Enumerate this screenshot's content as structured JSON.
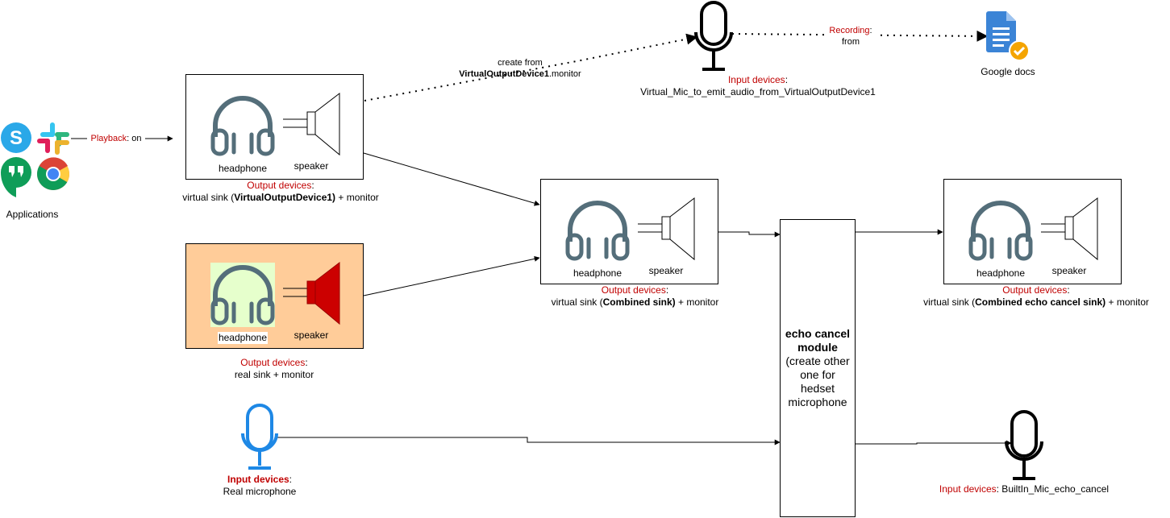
{
  "applications": {
    "label": "Applications",
    "icons": [
      "skype-icon",
      "slack-icon",
      "hangouts-icon",
      "chrome-icon"
    ]
  },
  "playback_edge": {
    "label_red": "Playback",
    "label_rest": ": on"
  },
  "create_from_edge": {
    "line1": "create from",
    "line2_bold": "VirtualOutputDevice1",
    "line2_rest": ".monitor"
  },
  "recording_edge": {
    "label_red": "Recording",
    "label_rest": ":",
    "line2": "from"
  },
  "virtual_sink_1": {
    "headphone_label": "headphone",
    "speaker_label": "speaker",
    "caption_red": "Output devices",
    "caption_pre": "virtual sink (",
    "caption_bold": "VirtualOutputDevice1)",
    "caption_post": " + monitor"
  },
  "real_sink": {
    "headphone_label": "headphone",
    "speaker_label": "speaker",
    "caption_red": "Output devices",
    "caption_line2": "real sink + monitor"
  },
  "combined_sink": {
    "headphone_label": "headphone",
    "speaker_label": "speaker",
    "caption_red": "Output devices",
    "caption_pre": "virtual sink (",
    "caption_bold": "Combined sink)",
    "caption_post": " + monitor"
  },
  "echo_cancel_sink": {
    "headphone_label": "headphone",
    "speaker_label": "speaker",
    "caption_red": "Output devices",
    "caption_pre": "virtual sink (",
    "caption_bold": "Combined echo cancel sink)",
    "caption_post": " + monitor"
  },
  "virtual_mic": {
    "caption_red": "Input devices",
    "caption_line2": "Virtual_Mic_to_emit_audio_from_VirtualOutputDevice1"
  },
  "google_docs": {
    "label": "Google docs"
  },
  "real_mic": {
    "caption_red": "Input devices",
    "caption_rest": ":",
    "caption_line2": "Real microphone"
  },
  "echo_module": {
    "title": "echo cancel module",
    "note": "(create other one for hedset microphone"
  },
  "builtin_mic": {
    "caption_red": "Input devices",
    "caption_rest": ": BuiltIn_Mic_echo_cancel"
  },
  "colors": {
    "caption_red": "#c00000",
    "icon_slate": "#546e7a",
    "mic_blue": "#1e88e5",
    "real_sink_fill": "#ffcc99",
    "headphone_highlight": "#e6ffcc",
    "speaker_red": "#cc0000"
  }
}
